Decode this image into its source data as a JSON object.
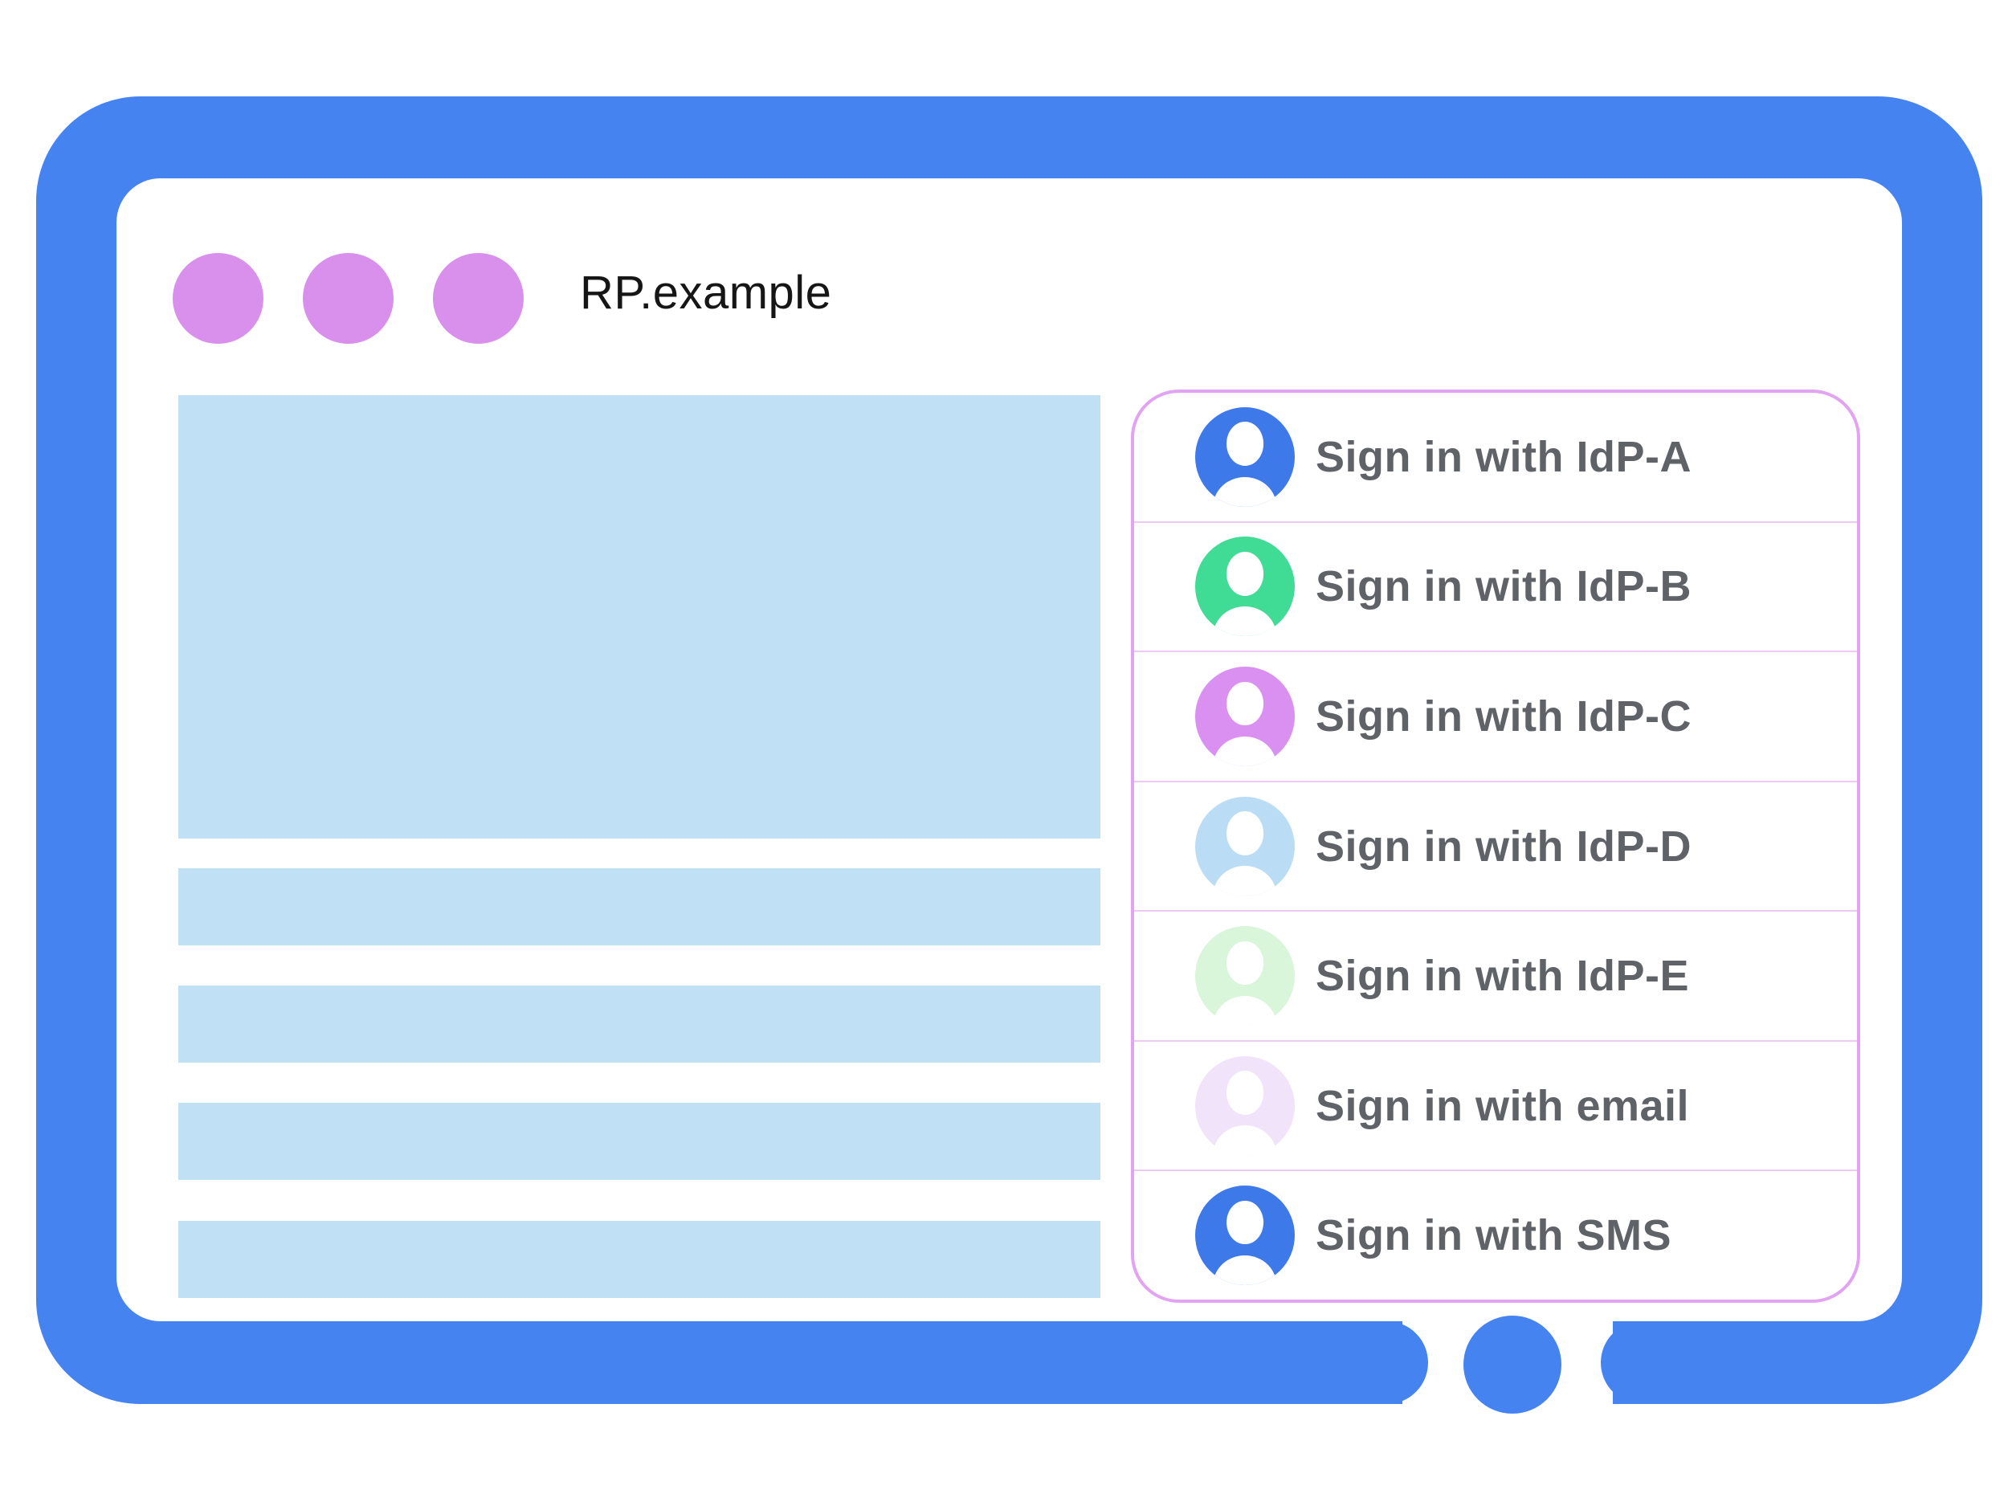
{
  "browser": {
    "title": "RP.example",
    "window_controls": {
      "count": 3,
      "color": "#d98fec"
    }
  },
  "colors": {
    "frame": "#4483f0",
    "content_placeholder": "#bfe0f5",
    "panel_border": "#e2a3f2",
    "panel_divider": "#eec9f6",
    "label_text": "#5f6368",
    "title_text": "#161616"
  },
  "signin": {
    "options": [
      {
        "id": "idp-a",
        "label": "Sign in with IdP-A",
        "avatar_color": "#3d79e9"
      },
      {
        "id": "idp-b",
        "label": "Sign in with IdP-B",
        "avatar_color": "#40db94"
      },
      {
        "id": "idp-c",
        "label": "Sign in with IdP-C",
        "avatar_color": "#da90f0"
      },
      {
        "id": "idp-d",
        "label": "Sign in with IdP-D",
        "avatar_color": "#bbdcf5"
      },
      {
        "id": "idp-e",
        "label": "Sign in with IdP-E",
        "avatar_color": "#d9f5da"
      },
      {
        "id": "email",
        "label": "Sign in with email",
        "avatar_color": "#f1e3f9"
      },
      {
        "id": "sms",
        "label": "Sign in with SMS",
        "avatar_color": "#3d79e9"
      }
    ]
  }
}
